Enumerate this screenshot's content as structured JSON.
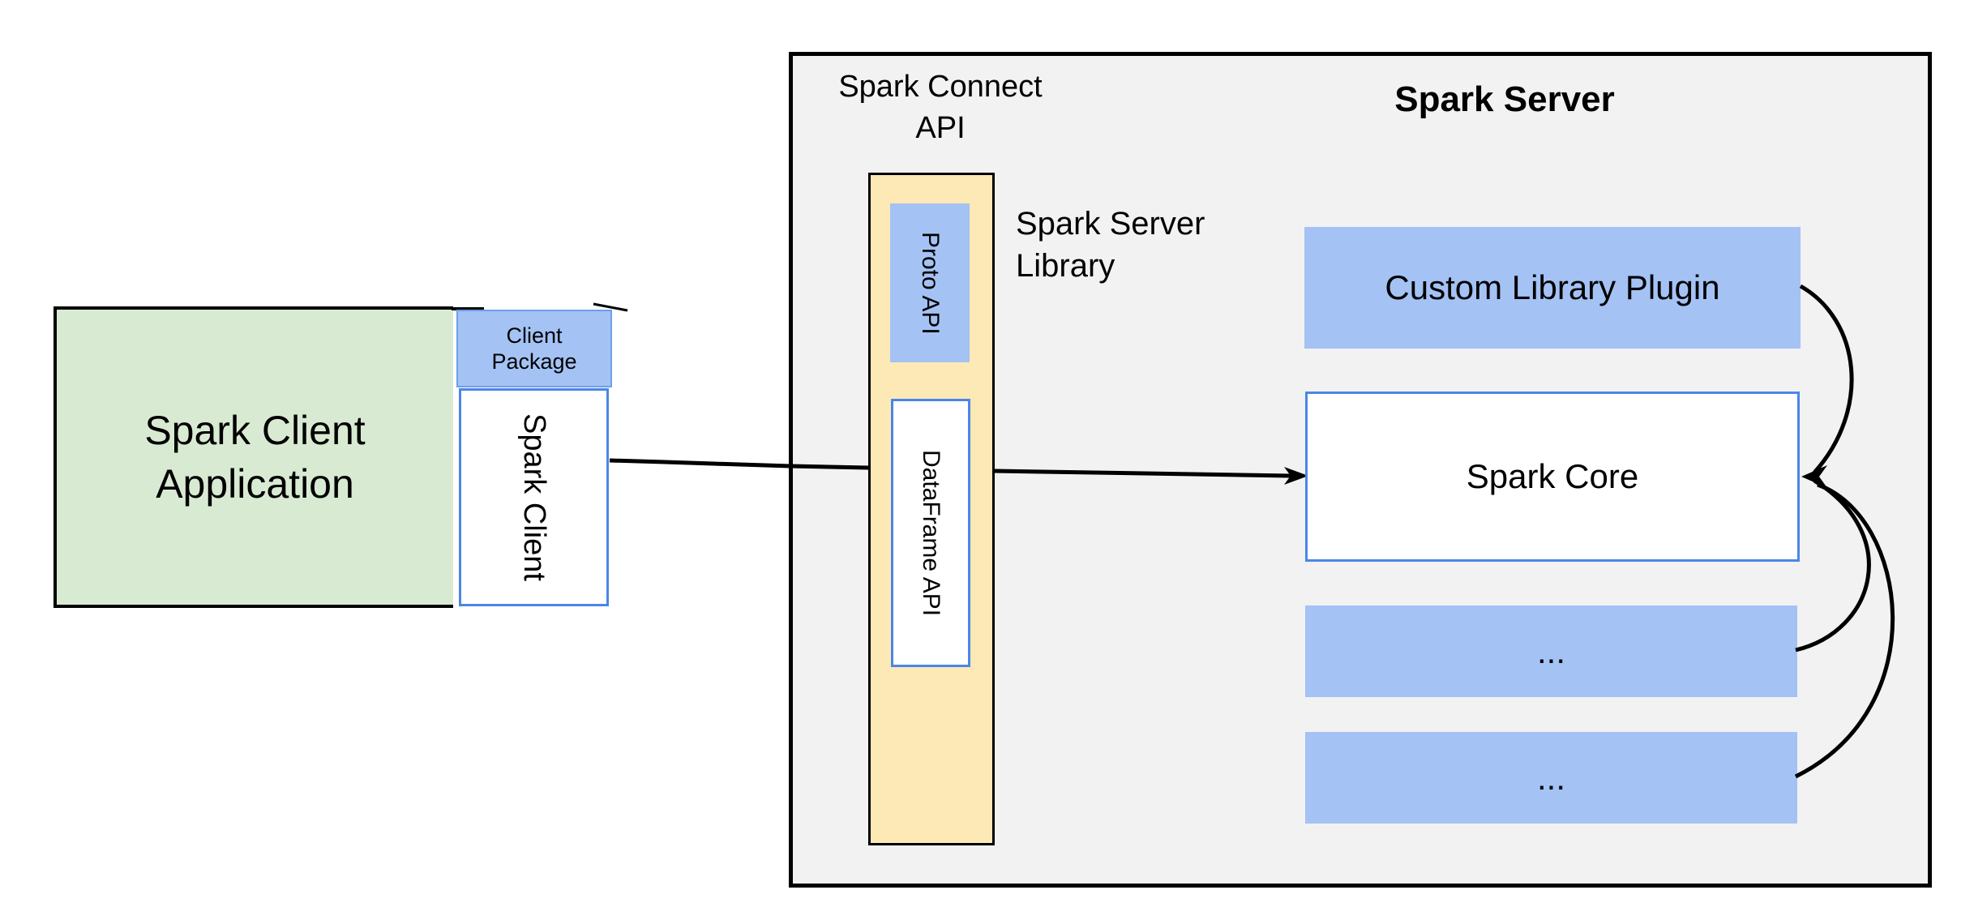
{
  "colors": {
    "green": "#d9ead3",
    "blue_light": "#a4c2f4",
    "blue_border": "#4a86e8",
    "blue_soft_border": "#6d9eeb",
    "yellow": "#fce9b6",
    "gray_panel": "#f2f2f2",
    "line": "#000000"
  },
  "client": {
    "app_line1": "Spark Client",
    "app_line2": "Application",
    "package_line1": "Client",
    "package_line2": "Package",
    "spark_client": "Spark Client"
  },
  "connect_api": {
    "title_line1": "Spark Connect",
    "title_line2": "API",
    "proto_api": "Proto API",
    "dataframe_api": "DataFrame API",
    "library_line1": "Spark Server",
    "library_line2": "Library"
  },
  "server": {
    "title": "Spark Server",
    "custom_plugin": "Custom Library Plugin",
    "core": "Spark Core",
    "more_top": "...",
    "more_bottom": "..."
  }
}
